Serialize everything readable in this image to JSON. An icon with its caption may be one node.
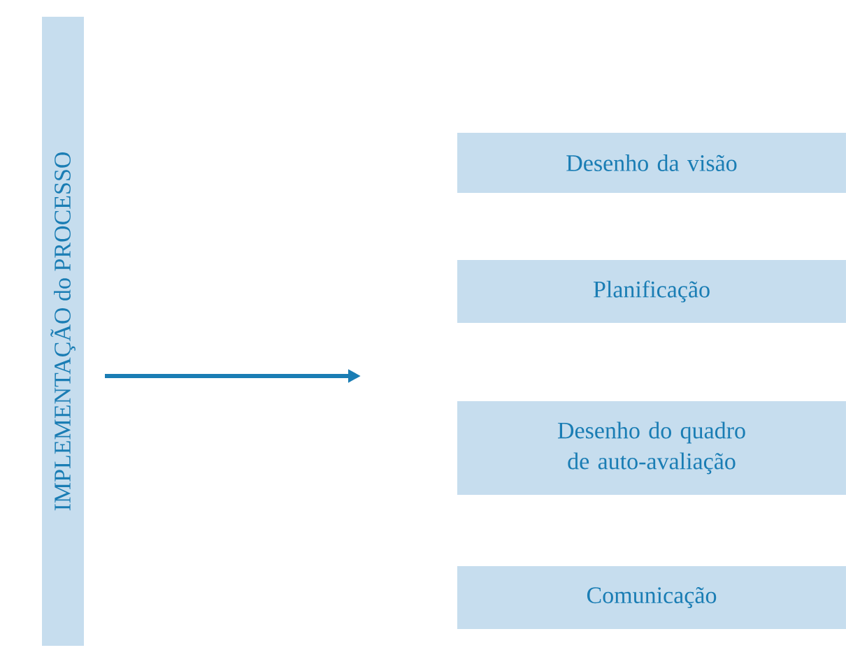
{
  "diagram": {
    "nodes": [
      {
        "text": [
          "IMPLEMENTAÇÃO do PROCESSO"
        ]
      },
      {
        "text": [
          "Desenho da visão"
        ]
      },
      {
        "text": [
          "Planificação"
        ]
      },
      {
        "text": [
          "Desenho do quadro de auto-avaliação"
        ]
      },
      {
        "text": [
          "Comunicação"
        ]
      }
    ]
  }
}
